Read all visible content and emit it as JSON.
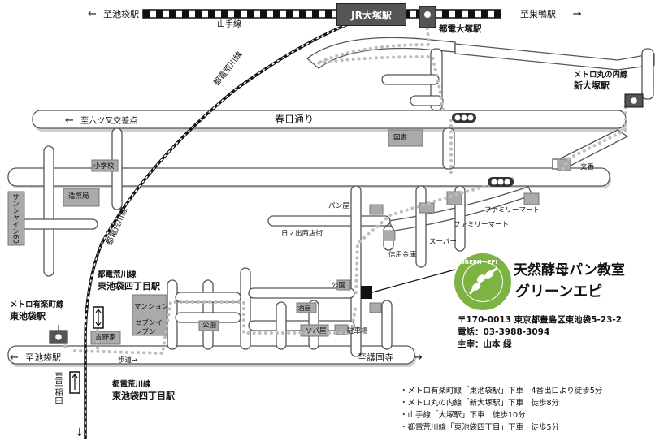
{
  "directions": {
    "to_ikebukuro_top": "至池袋駅",
    "to_sugamo": "至巣鴨駅",
    "to_rokutsumata": "至六ツ又交差点",
    "to_ikebukuro_bottom": "至池袋駅",
    "to_gokokuji": "至護国寺",
    "to_waseda": "至早稲田"
  },
  "lines": {
    "yamanote": "山手線",
    "toden_arakawa_1": "都電荒川線",
    "toden_arakawa_2": "都電荒川線"
  },
  "stations": {
    "jr_otsuka": "JR大塚駅",
    "toden_otsuka": "都電大塚駅",
    "marunouchi_line": "メトロ丸の内線",
    "shin_otsuka": "新大塚駅",
    "yurakucho_line": "メトロ有楽町線",
    "higashi_ikebukuro": "東池袋駅",
    "toden_line_a": "都電荒川線",
    "yonchome_a": "東池袋四丁目駅",
    "toden_line_b": "都電荒川線",
    "yonchome_b": "東池袋四丁目駅"
  },
  "roads": {
    "kasuga_dori": "春日通り",
    "hodo": "歩道"
  },
  "places": {
    "toshokan": "図書",
    "shogakko": "小学校",
    "zoheikyoku": "造幣局",
    "sunshine": "サンシャイン60",
    "panya": "パン屋",
    "hinode_shoten": "日ノ出商店街",
    "family_mart_1": "ファミリーマート",
    "family_mart_2": "ファミリーマート",
    "supa": "スーパー",
    "shinyo_kinko": "信用金庫",
    "koban": "交番",
    "koen_1": "公園",
    "koen_2": "公園",
    "sakaya": "酒屋",
    "sobaya": "ソバ屋",
    "chushajo": "駐車場",
    "mansion": "マンション",
    "seven_eleven": "セブンイレブン",
    "yoshinoya": "吉野家"
  },
  "school": {
    "logo_ring": "GREEN・EPI",
    "title": "天然酵母パン教室",
    "name": "グリーンエピ",
    "address": "〒170-0013 東京都豊島区東池袋5-23-2",
    "phone": "電話：03-3988-3094",
    "owner": "主宰：山本 緑"
  },
  "access": [
    "・メトロ有楽町線「東池袋駅」下車　4番出口より徒歩5分",
    "・メトロ丸の内線「新大塚駅」下車　徒歩8分",
    "・山手線「大塚駅」下車　徒歩10分",
    "・都電荒川線「東池袋四丁目」下車　徒歩5分"
  ],
  "colors": {
    "road_fill": "#ffffff",
    "road_edge": "#555555",
    "road_shadow": "#cfcfcf",
    "building": "#aaaaaa",
    "route_dots": "#bdbdbd",
    "logo_green": "#7cb342"
  }
}
